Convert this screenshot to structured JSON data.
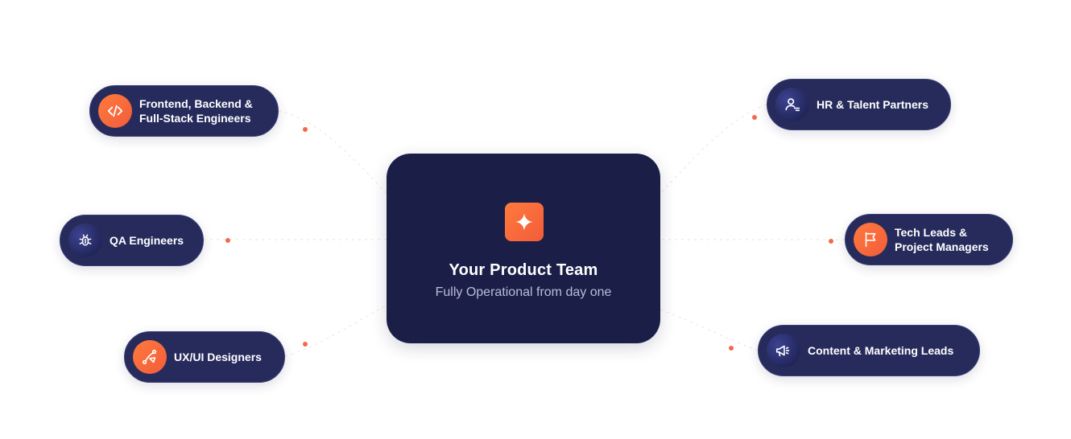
{
  "center": {
    "title": "Your Product Team",
    "subtitle": "Fully Operational from day one",
    "icon": "sparkle-icon"
  },
  "roles": [
    {
      "label": "Frontend, Backend &\nFull-Stack Engineers",
      "icon": "code-icon",
      "icon_style": "orange"
    },
    {
      "label": "QA Engineers",
      "icon": "bug-icon",
      "icon_style": "navy"
    },
    {
      "label": "UX/UI Designers",
      "icon": "design-pen-icon",
      "icon_style": "orange"
    },
    {
      "label": "HR & Talent Partners",
      "icon": "user-group-icon",
      "icon_style": "navy"
    },
    {
      "label": "Tech Leads &\nProject Managers",
      "icon": "flag-icon",
      "icon_style": "orange"
    },
    {
      "label": "Content & Marketing Leads",
      "icon": "megaphone-icon",
      "icon_style": "navy"
    }
  ],
  "colors": {
    "card_background": "#1b1f48",
    "pill_background": "#272b5c",
    "accent_orange": "#f25c3a",
    "connector_dot": "#f26a4b"
  }
}
